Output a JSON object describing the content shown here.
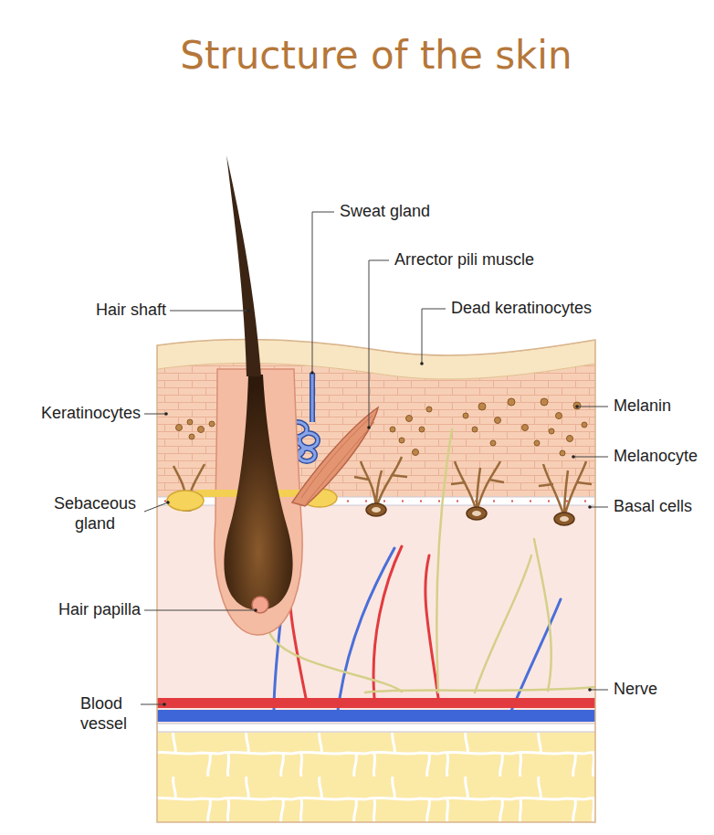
{
  "diagram": {
    "title": "Structure of the skin",
    "labels": [
      "Sweat gland",
      "Arrector pili muscle",
      "Hair shaft",
      "Dead keratinocytes",
      "Keratinocytes",
      "Melanin",
      "Melanocyte",
      "Sebaceous gland",
      "Basal cells",
      "Hair papilla",
      "Nerve",
      "Blood vessel"
    ]
  }
}
